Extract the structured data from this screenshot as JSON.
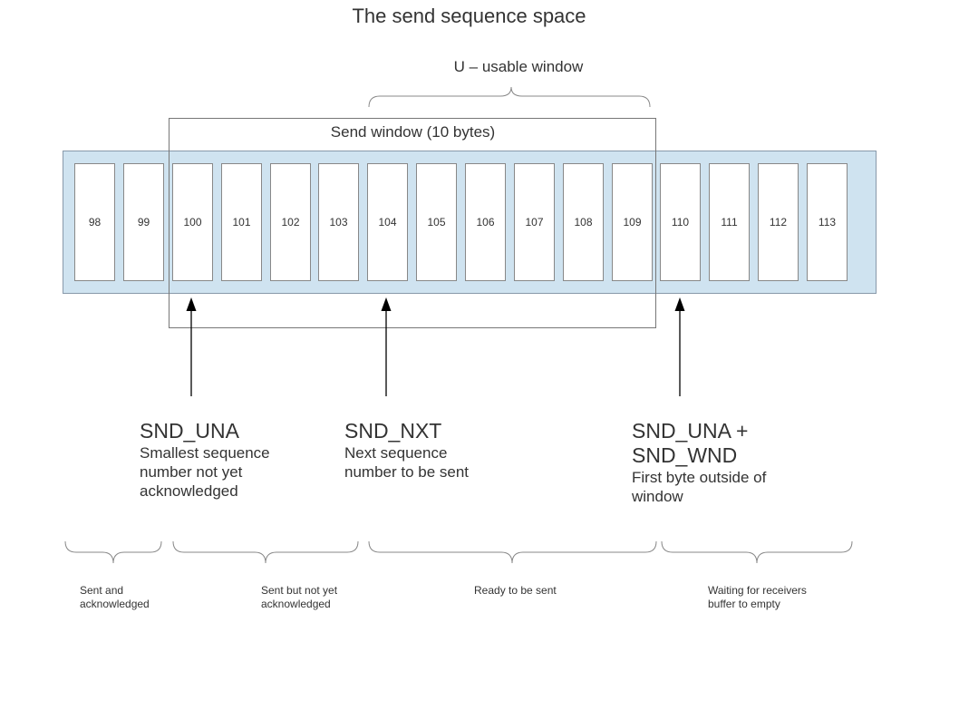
{
  "title": "The send sequence space",
  "usable_window_label": "U – usable window",
  "send_window_label": "Send window (10 bytes)",
  "sequence_numbers": [
    "98",
    "99",
    "100",
    "101",
    "102",
    "103",
    "104",
    "105",
    "106",
    "107",
    "108",
    "109",
    "110",
    "111",
    "112",
    "113"
  ],
  "pointers": [
    {
      "title_lines": [
        "SND_UNA"
      ],
      "desc_lines": [
        "Smallest sequence",
        "number not yet",
        "acknowledged"
      ]
    },
    {
      "title_lines": [
        "SND_NXT"
      ],
      "desc_lines": [
        "Next sequence",
        "number to be sent"
      ]
    },
    {
      "title_lines": [
        "SND_UNA +",
        "SND_WND"
      ],
      "desc_lines": [
        "First byte outside of",
        "window"
      ]
    }
  ],
  "regions": [
    {
      "lines": [
        "Sent and",
        "acknowledged"
      ]
    },
    {
      "lines": [
        "Sent but not yet",
        "acknowledged"
      ]
    },
    {
      "lines": [
        "Ready to be sent"
      ]
    },
    {
      "lines": [
        "Waiting for receivers",
        "buffer to empty"
      ]
    }
  ],
  "colors": {
    "strip": "#cfe3f0",
    "cell": "#ffffff",
    "line": "#777777",
    "text": "#333333"
  }
}
